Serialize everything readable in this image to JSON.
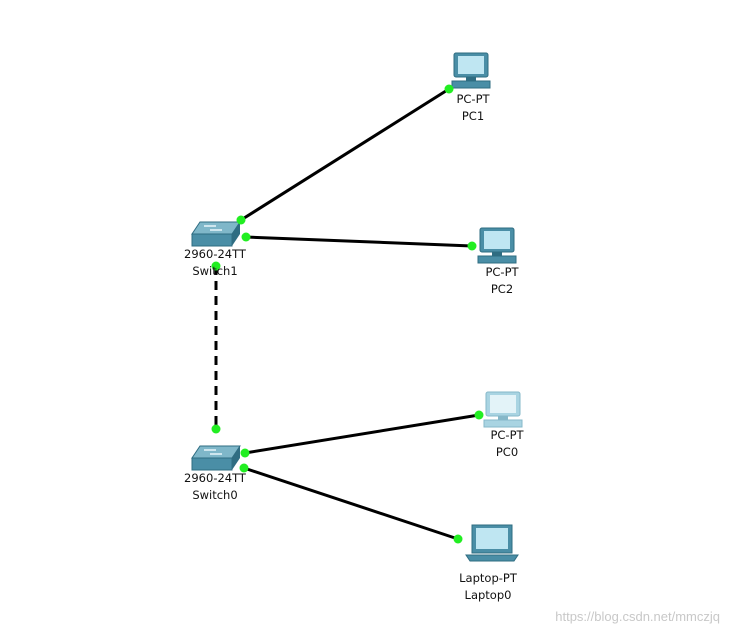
{
  "devices": {
    "pc1": {
      "model": "PC-PT",
      "name": "PC1"
    },
    "pc2": {
      "model": "PC-PT",
      "name": "PC2"
    },
    "pc0": {
      "model": "PC-PT",
      "name": "PC0"
    },
    "switch1": {
      "model": "2960-24TT",
      "name": "Switch1"
    },
    "switch0": {
      "model": "2960-24TT",
      "name": "Switch0"
    },
    "laptop0": {
      "model": "Laptop-PT",
      "name": "Laptop0"
    }
  },
  "links": [
    {
      "from": "switch1",
      "to": "pc1",
      "type": "straight-through"
    },
    {
      "from": "switch1",
      "to": "pc2",
      "type": "straight-through"
    },
    {
      "from": "switch1",
      "to": "switch0",
      "type": "crossover"
    },
    {
      "from": "switch0",
      "to": "pc0",
      "type": "straight-through"
    },
    {
      "from": "switch0",
      "to": "laptop0",
      "type": "straight-through"
    }
  ],
  "colors": {
    "link": "#000000",
    "port_up": "#22ee22",
    "device_body": "#4a8ea6",
    "device_dark": "#2f6d82",
    "screen": "#bfe6f2",
    "pc0_faded": "#a9d4e2"
  },
  "watermark": "https://blog.csdn.net/mmczjq"
}
